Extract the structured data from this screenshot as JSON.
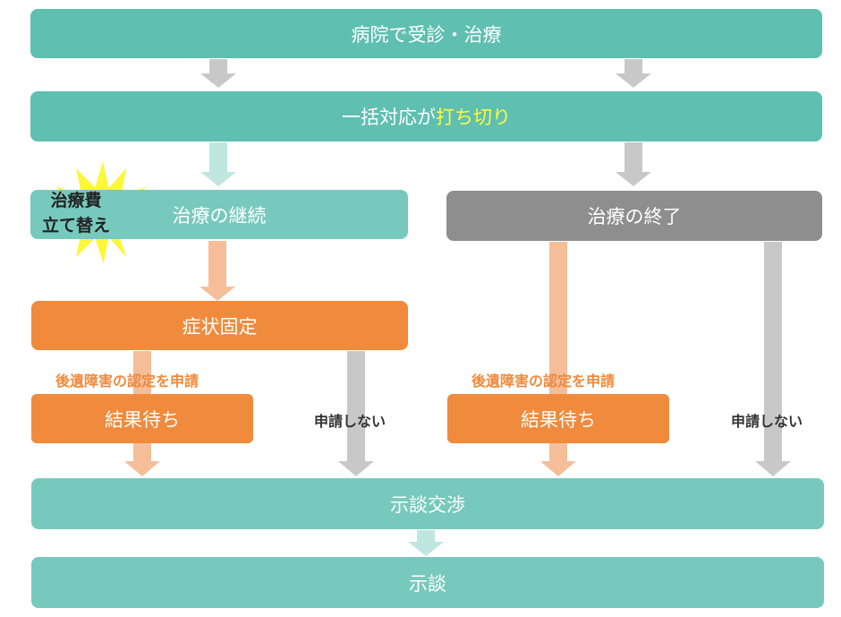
{
  "colors": {
    "teal": "#5fbfb1",
    "teal_light": "#77c9bd",
    "gray": "#8e8e8e",
    "orange": "#f08a3c",
    "highlight_yellow": "#fffa3c",
    "burst_yellow": "#fcf73a"
  },
  "steps": {
    "hospital": "病院で受診・治療",
    "lump_sum_prefix": "一括対応が",
    "lump_sum_highlight": "打ち切り",
    "continue_treatment": "治療の継続",
    "end_treatment": "治療の終了",
    "symptom_fixed": "症状固定",
    "waiting_result": "結果待ち",
    "negotiation": "示談交渉",
    "settlement": "示談"
  },
  "labels": {
    "apply_disability": "後遺障害の認定を申請",
    "no_apply": "申請しない"
  },
  "burst": {
    "line1": "治療費",
    "line2": "立て替え"
  }
}
